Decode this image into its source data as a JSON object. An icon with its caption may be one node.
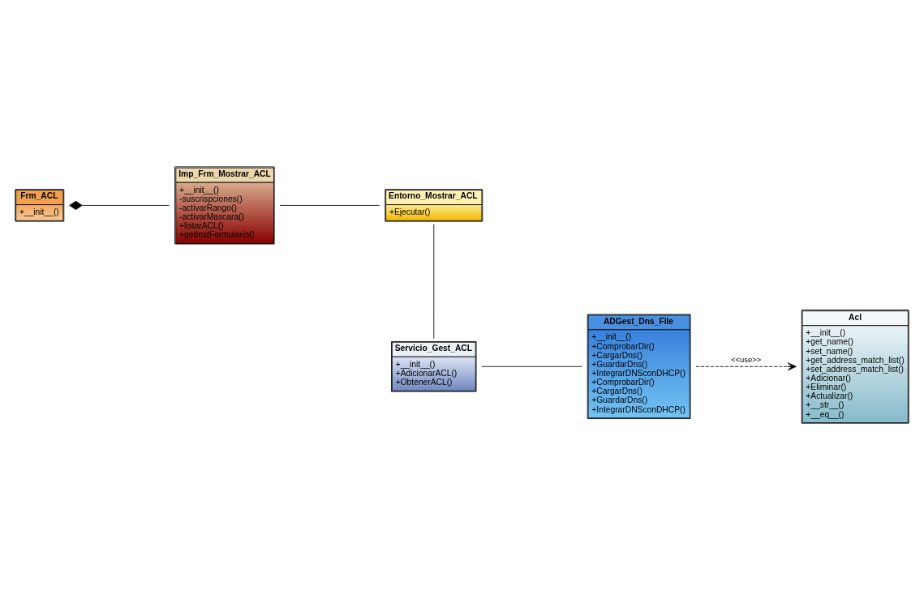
{
  "diagram": {
    "nodes": [
      {
        "text": [
          "Frm_ACL",
          "+__init__()"
        ]
      },
      {
        "text": [
          "Imp_Frm_Mostrar_ACL",
          "+__init__()",
          "-suscrispciones()",
          "-activarRango()",
          "-activarMascara()",
          "+listarACL()",
          "+getInstFormulario()"
        ]
      },
      {
        "text": [
          "Entorno_Mostrar_ACL",
          "+Ejecutar()"
        ]
      },
      {
        "text": [
          "Servicio_Gest_ACL",
          "+__init__()",
          "+AdicionarACL()",
          "+ObtenerACL()"
        ]
      },
      {
        "text": [
          "ADGest_Dns_File",
          "+__init__()",
          "+ComprobarDir()",
          "+CargarDns()",
          "+GuardarDns()",
          "+IntegrarDNSconDHCP()",
          "+ComprobarDir()",
          "+CargarDns()",
          "+GuardarDns()",
          "+IntegrarDNSconDHCP()"
        ]
      },
      {
        "text": [
          "Acl",
          "+__init__()",
          "+get_name()",
          "+set_name()",
          "+get_address_match_list()",
          "+set_address_match_list()",
          "+Adicionar()",
          "+Eliminar()",
          "+Actualizar()",
          "+__str__()",
          "+__eq__()"
        ]
      }
    ],
    "edges": [
      {
        "from": 0,
        "to": 1,
        "arrow": "other"
      },
      {
        "from": 1,
        "to": 2,
        "arrow": "none"
      },
      {
        "from": 2,
        "to": 3,
        "arrow": "none"
      },
      {
        "from": 3,
        "to": 4,
        "arrow": "none"
      },
      {
        "from": 4,
        "to": 5,
        "arrow": "to",
        "style": "dashed",
        "label": "<<use>>"
      }
    ]
  }
}
